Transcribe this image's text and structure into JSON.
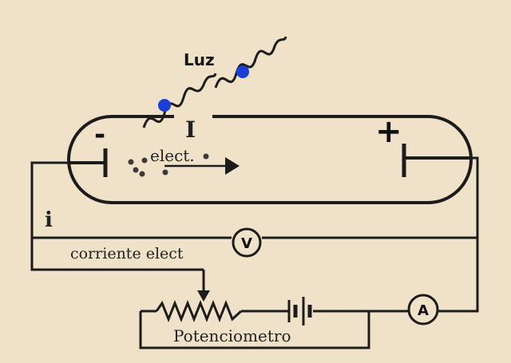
{
  "labels": {
    "light": "Luz",
    "current_I": "I",
    "minus": "-",
    "plus": "+",
    "electrons": "elect.",
    "current_i": "i",
    "voltmeter": "V",
    "ammeter": "A",
    "electric_current": "corriente elect",
    "potentiometer": "Potenciometro"
  },
  "colors": {
    "background": "#efe2c8",
    "ink": "#1c1c1c",
    "photon": "#1a3fd6"
  }
}
